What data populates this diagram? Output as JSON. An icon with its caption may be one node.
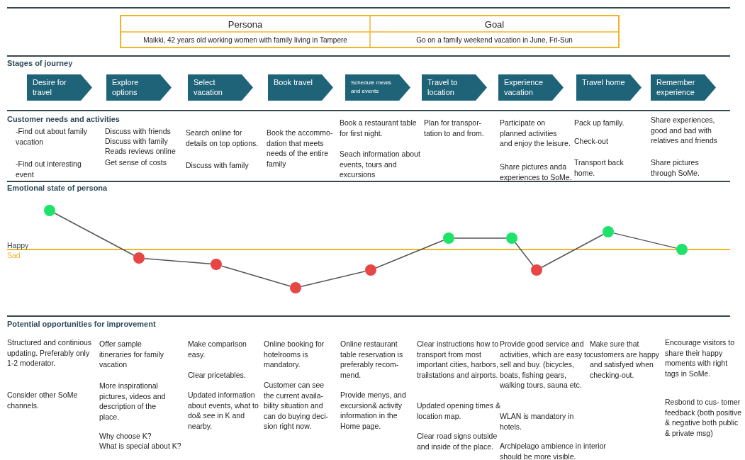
{
  "diagram": {
    "nodes": [
      {
        "text": [
          "Desire for travel"
        ]
      },
      {
        "text": [
          "Explore options"
        ]
      },
      {
        "text": [
          "Select vacation"
        ]
      },
      {
        "text": [
          "Book travel"
        ]
      },
      {
        "text": [
          "Schedule meals and events"
        ]
      },
      {
        "text": [
          "Travel to location"
        ]
      },
      {
        "text": [
          "Experience vacation"
        ]
      },
      {
        "text": [
          "Travel home"
        ]
      },
      {
        "text": [
          "Remember experience"
        ]
      },
      {
        "text": [],
        "shape": "circle"
      },
      {
        "text": [],
        "shape": "circle"
      },
      {
        "text": [],
        "shape": "circle"
      },
      {
        "text": [],
        "shape": "circle"
      },
      {
        "text": [],
        "shape": "circle"
      },
      {
        "text": [],
        "shape": "circle"
      },
      {
        "text": [],
        "shape": "circle"
      },
      {
        "text": [],
        "shape": "circle"
      },
      {
        "text": [],
        "shape": "circle"
      },
      {
        "text": [],
        "shape": "circle"
      }
    ],
    "edges": [
      {
        "from": 9,
        "to": 10,
        "arrow": "none"
      },
      {
        "from": 10,
        "to": 11,
        "arrow": "none"
      },
      {
        "from": 11,
        "to": 12,
        "arrow": "none"
      },
      {
        "from": 12,
        "to": 13,
        "arrow": "none"
      },
      {
        "from": 13,
        "to": 14,
        "arrow": "none"
      },
      {
        "from": 14,
        "to": 15,
        "arrow": "none"
      },
      {
        "from": 15,
        "to": 16,
        "arrow": "none"
      },
      {
        "from": 16,
        "to": 17,
        "arrow": "none"
      },
      {
        "from": 17,
        "to": 18,
        "arrow": "none"
      }
    ],
    "labels": [
      "Persona",
      "Goal",
      "Maikki, 42 years old working women with family living in Tampere",
      "Go on a family weekend vacation in June, Fri-Sun",
      "Stages of journey",
      "Customer needs and activities",
      "-Find out about family vacation",
      "-Find out interesting event",
      "Discuss with friends",
      "Discuss with family",
      "Reads reviews online",
      "Get sense of costs",
      "Search online for details on top options.",
      "Discuss with family",
      "Book the accommo- dation that meets needs of the entire family",
      "Book a restaurant table for first night.",
      "Seach information about events, tours and excursions",
      "Plan for transpor- tation to and from.",
      "Participate on planned activities and enjoy the leisure.",
      "Share pictures anda experiences to SoMe.",
      "Pack up family.",
      "Check-out",
      "Transport back home.",
      "Share experiences, good and bad with relatives and friends",
      "Share pictures through SoMe.",
      "Emotional state of persona",
      "Happy",
      "Sad",
      "Potential opportunities for improvement",
      "Structured and continious updating. Preferably only 1-2 moderator.",
      "Consider other SoMe channels.",
      "Offer sample itineraries for family vacation",
      "More inspirational pictures, videos and description of the place.",
      "Why choose K?",
      "What is special about K?",
      "Make comparison easy.",
      "Clear pricetables.",
      "Updated information about events, what to do& see in K and nearby.",
      "Online booking for hotelrooms is mandatory.",
      "Customer can see the current availa- bility situation and can do buying deci- sion right now.",
      "Online restaurant table reservation is preferably recom- mend.",
      "Provide menys, and excursion& activity information in the Home page.",
      "Clear instructions how to transport from most important cities, harbors, trailstations and airports.",
      "Updated opening times & location map.",
      "Clear road signs outside and inside of the place.",
      "Provide good service and activities, which are easy to sell and buy. (bicycles, boats, fishing gears, walking tours, sauna etc.",
      "WLAN is mandatory in hotels.",
      "Archipelago ambience in interior should be more visible.",
      "Make sure that customers are happy and satisfyed when checking-out.",
      "Encourage visitors to share their happy moments with right tags in SoMe.",
      "Resbond to cus- tomer feedback (both positive & negative both public & private msg)"
    ]
  }
}
